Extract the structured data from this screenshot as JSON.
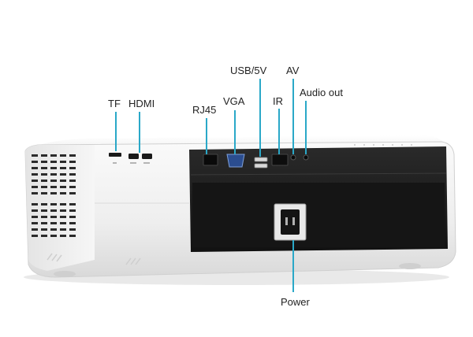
{
  "labels": {
    "tf": "TF",
    "hdmi": "HDMI",
    "rj45": "RJ45",
    "vga": "VGA",
    "usb": "USB/5V",
    "ir": "IR",
    "av": "AV",
    "audio_out": "Audio out",
    "power": "Power"
  },
  "colors": {
    "leader_line": "#2aa8c8",
    "body_white": "#f4f4f4",
    "panel_dark": "#1e1e1e",
    "text": "#222222"
  }
}
